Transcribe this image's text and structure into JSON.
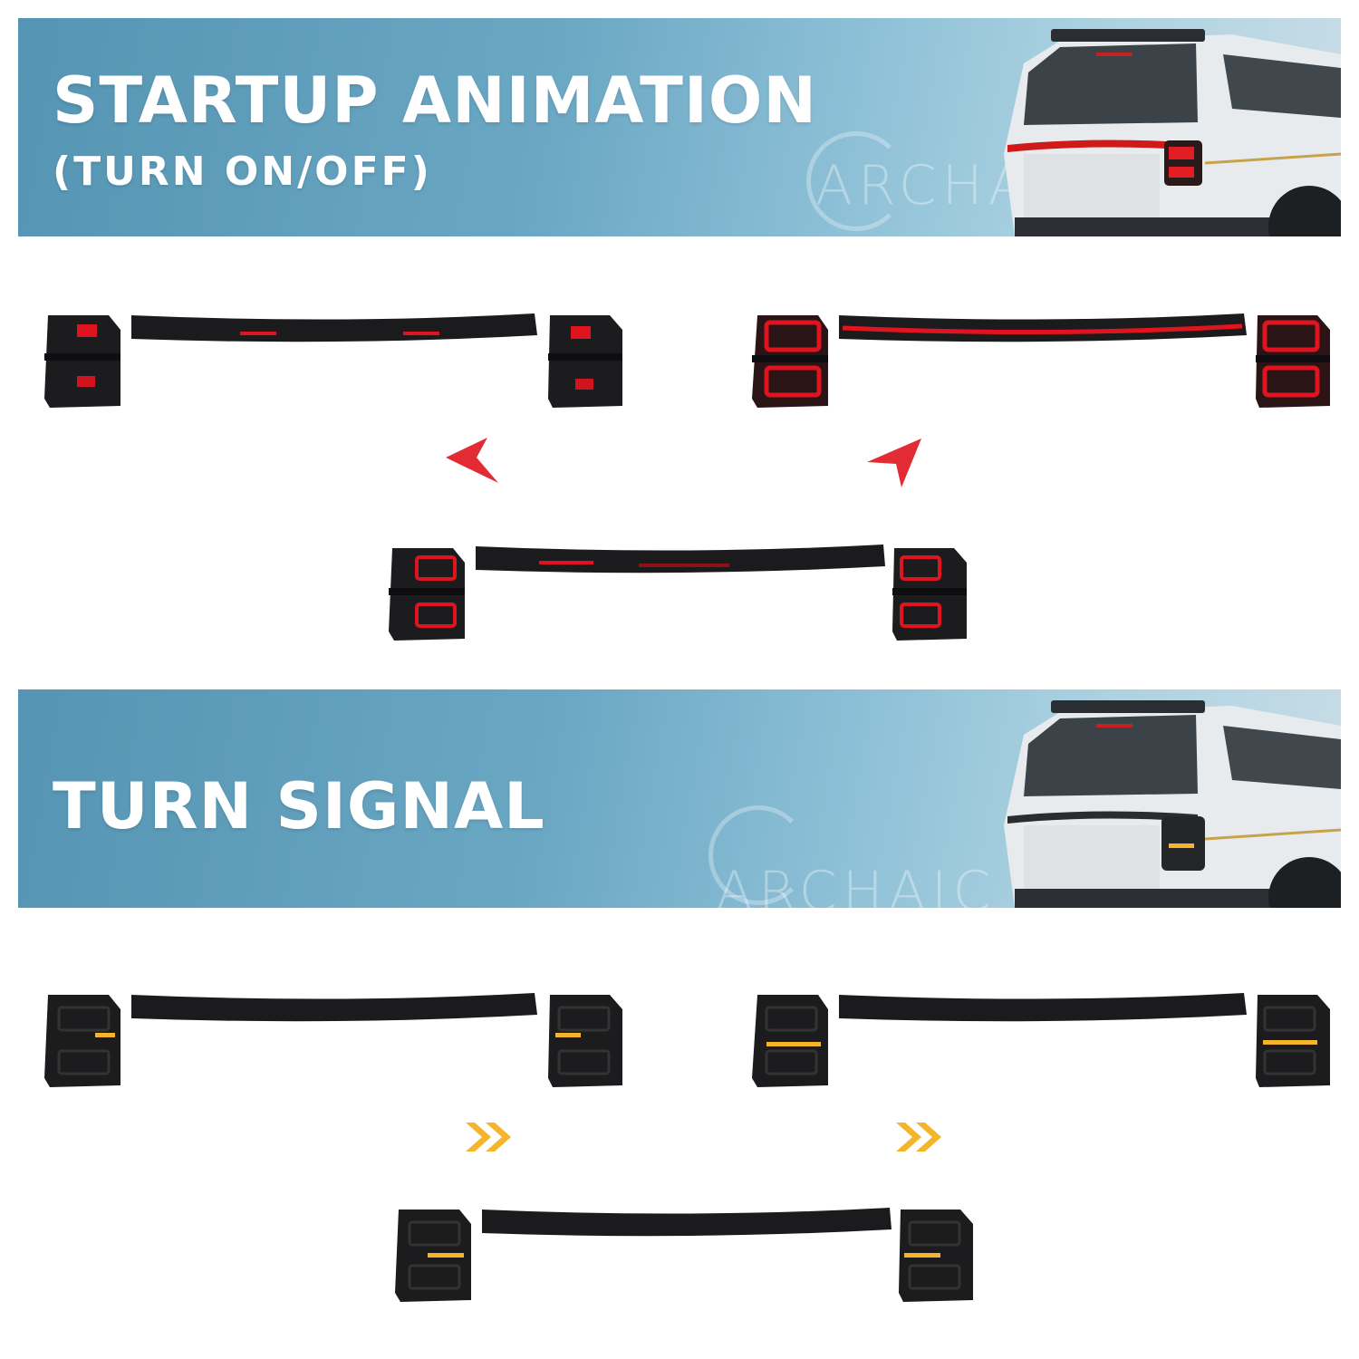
{
  "section_startup": {
    "title": "STARTUP ANIMATION",
    "subtitle": "(TURN ON/OFF)",
    "watermark": "ARCHAIC"
  },
  "section_turn": {
    "title": "TURN SIGNAL",
    "watermark": "ARCHAIC"
  },
  "colors": {
    "banner_blue": "#5595b3",
    "brake_red": "#e0141e",
    "turn_amber": "#f5b52a",
    "lamp_housing": "#1c1c1e"
  },
  "icons": {
    "startup_arrow_1": "red-chevron-arrow-icon",
    "startup_arrow_2": "red-chevron-arrow-icon",
    "turn_arrow_1": "amber-double-chevron-icon",
    "turn_arrow_2": "amber-double-chevron-icon"
  }
}
